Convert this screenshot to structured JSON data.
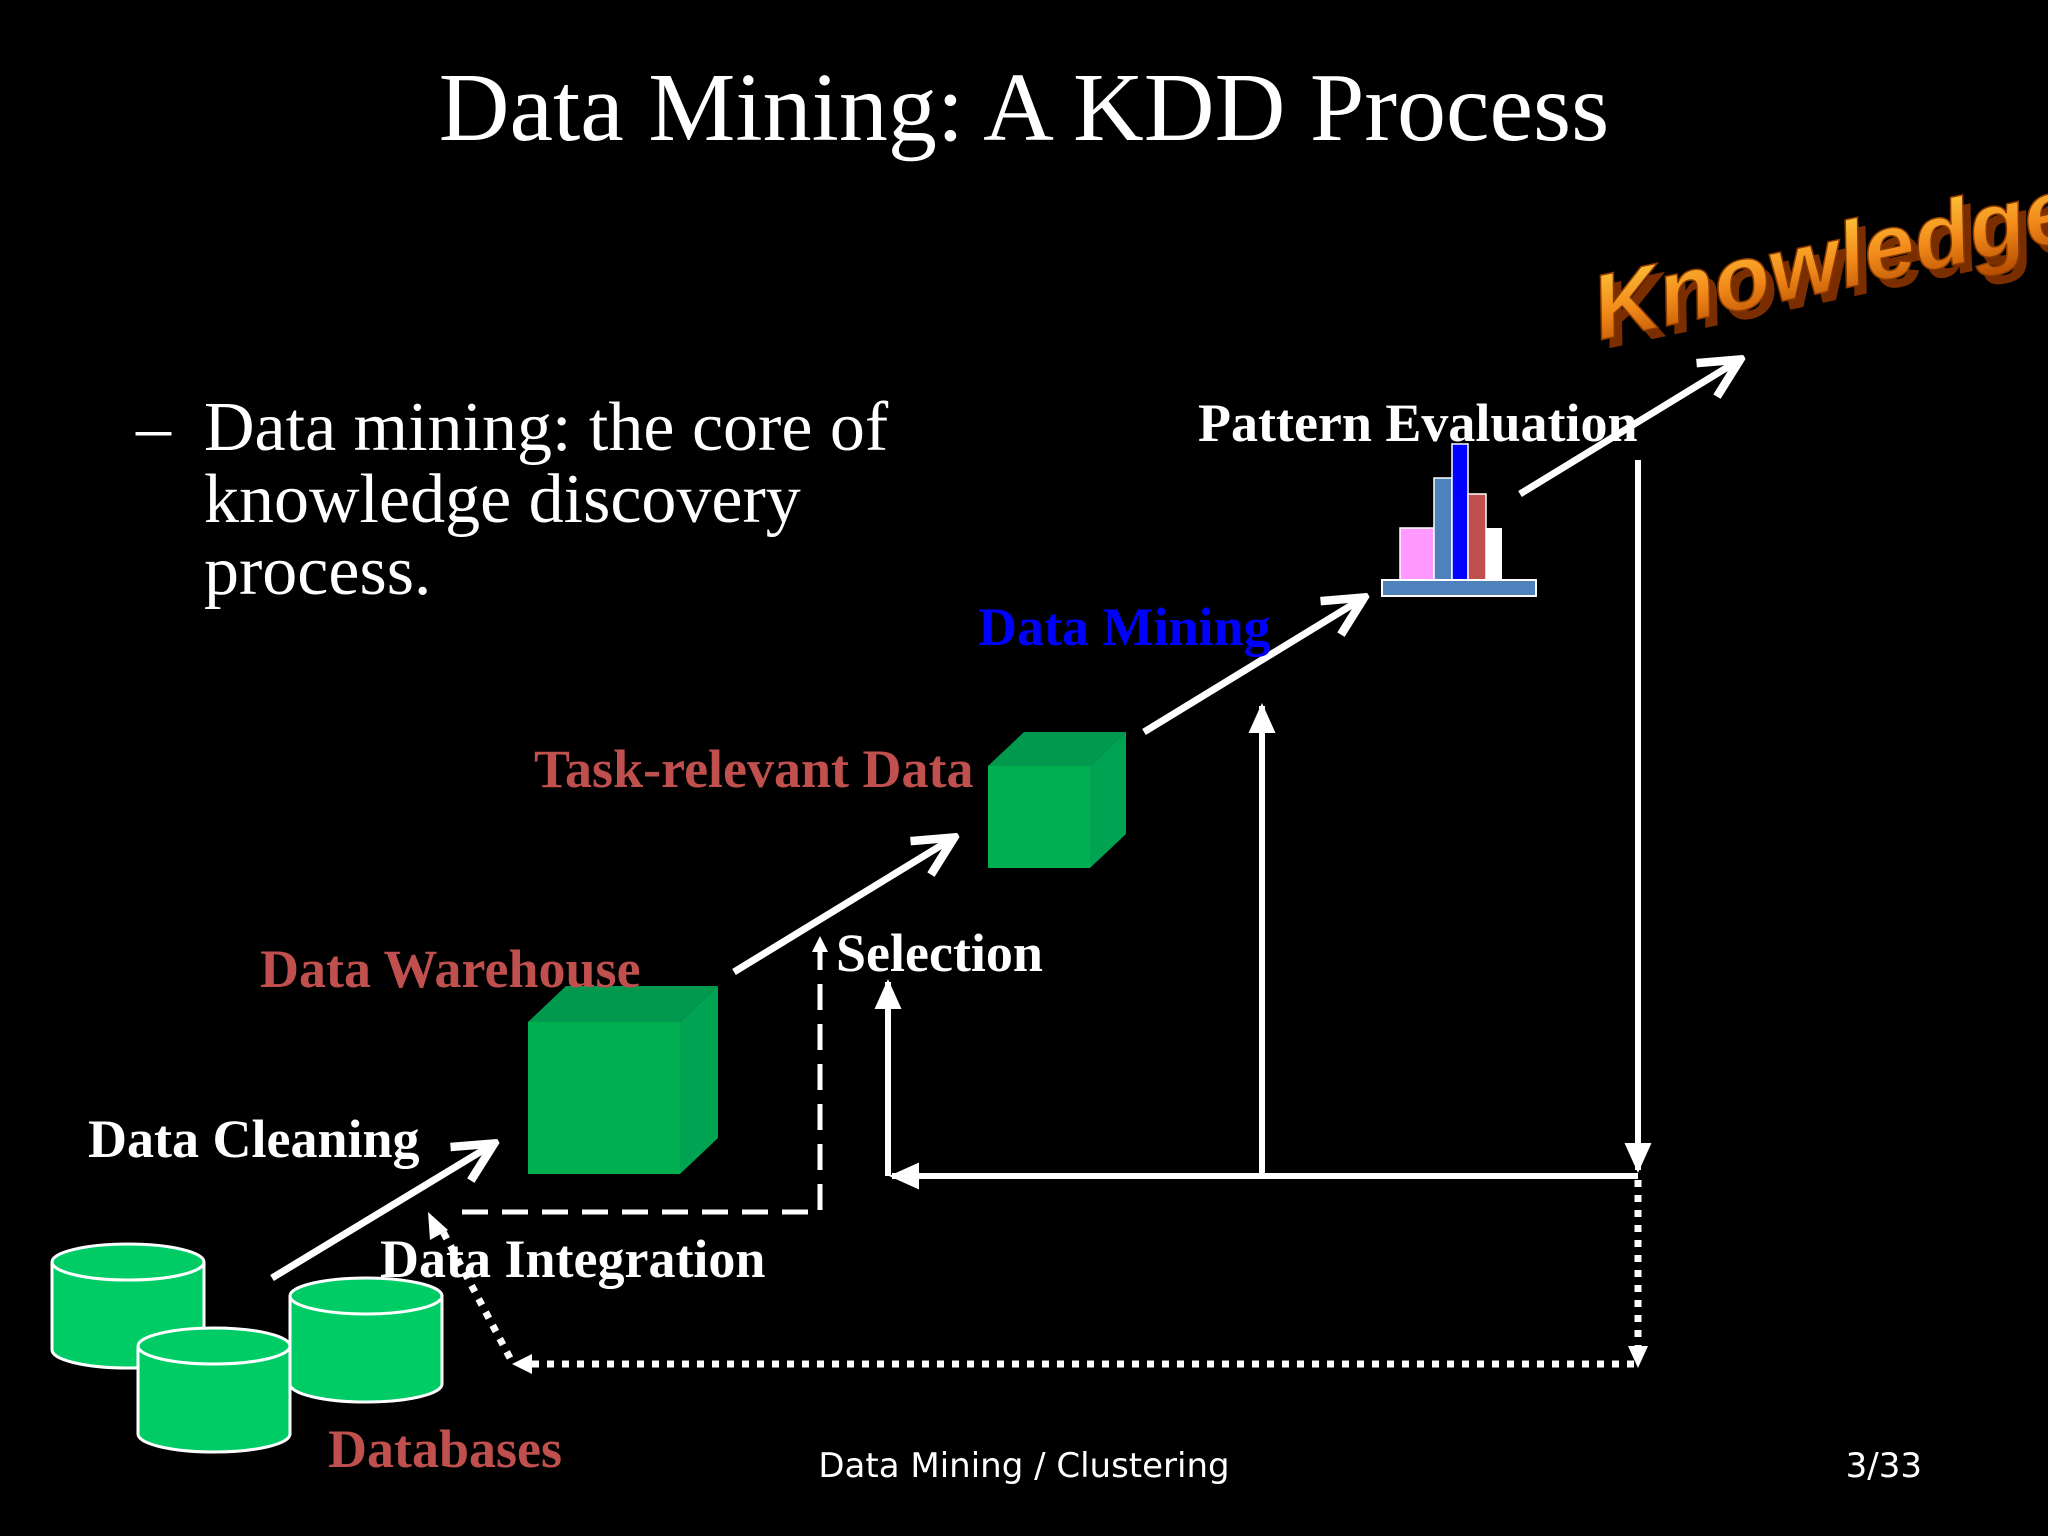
{
  "slide": {
    "title": "Data Mining: A KDD Process",
    "bullet": {
      "marker": "–",
      "text": "Data mining: the core of knowledge discovery process."
    },
    "labels": {
      "knowledge": "Knowledge",
      "pattern_evaluation": "Pattern Evaluation",
      "data_mining": "Data Mining",
      "task_relevant_data": "Task-relevant Data",
      "selection": "Selection",
      "data_warehouse": "Data Warehouse",
      "data_cleaning": "Data Cleaning",
      "data_integration": "Data Integration",
      "databases": "Databases"
    },
    "footer": {
      "center": "Data Mining / Clustering",
      "page": "3/33"
    },
    "colors": {
      "background": "#000000",
      "text": "#ffffff",
      "label_red": "#c0504d",
      "label_blue": "#0000ff",
      "cube_green": "#00b050",
      "cylinder_green": "#00cc66",
      "knowledge_orange": "#f28a1a"
    }
  }
}
